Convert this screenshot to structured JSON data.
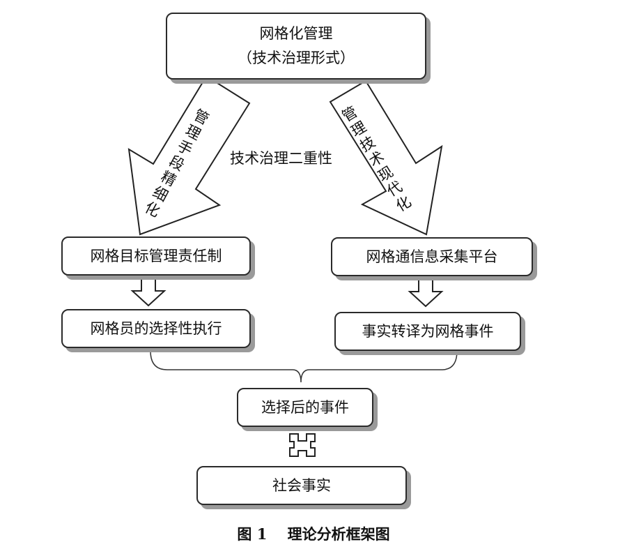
{
  "top_node": {
    "line1": "网格化管理",
    "line2": "（技术治理形式）"
  },
  "left_arrow_label": "管理手段精细化",
  "right_arrow_label": "管理技术现代化",
  "center_label": "技术治理二重性",
  "left_col": {
    "box1": "网格目标管理责任制",
    "box2": "网格员的选择性执行"
  },
  "right_col": {
    "box1": "网格通信息采集平台",
    "box2": "事实转译为网格事件"
  },
  "merged_node": "选择后的事件",
  "bottom_node": "社会事实",
  "caption": "图 1    理论分析框架图"
}
